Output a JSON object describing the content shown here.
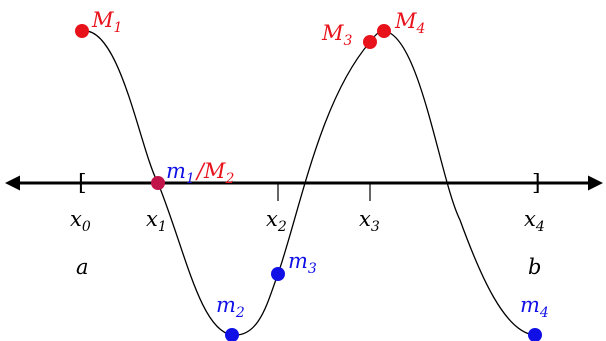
{
  "colors": {
    "max": "#e8121b",
    "min": "#1010e6",
    "shared": "#c0144a",
    "axis": "#000000",
    "curve": "#000000"
  },
  "axis": {
    "left_bracket": "[",
    "right_bracket": "]",
    "ticks": [
      {
        "base": "x",
        "sub": "0"
      },
      {
        "base": "x",
        "sub": "1"
      },
      {
        "base": "x",
        "sub": "2"
      },
      {
        "base": "x",
        "sub": "3"
      },
      {
        "base": "x",
        "sub": "4"
      }
    ],
    "endpoint_a": "a",
    "endpoint_b": "b"
  },
  "points": {
    "M1": {
      "base": "M",
      "sub": "1"
    },
    "m1_M2": {
      "base1": "m",
      "sub1": "1",
      "sep": "/",
      "base2": "M",
      "sub2": "2"
    },
    "m2": {
      "base": "m",
      "sub": "2"
    },
    "m3": {
      "base": "m",
      "sub": "3"
    },
    "M3": {
      "base": "M",
      "sub": "3"
    },
    "M4": {
      "base": "M",
      "sub": "4"
    },
    "m4": {
      "base": "m",
      "sub": "4"
    }
  }
}
